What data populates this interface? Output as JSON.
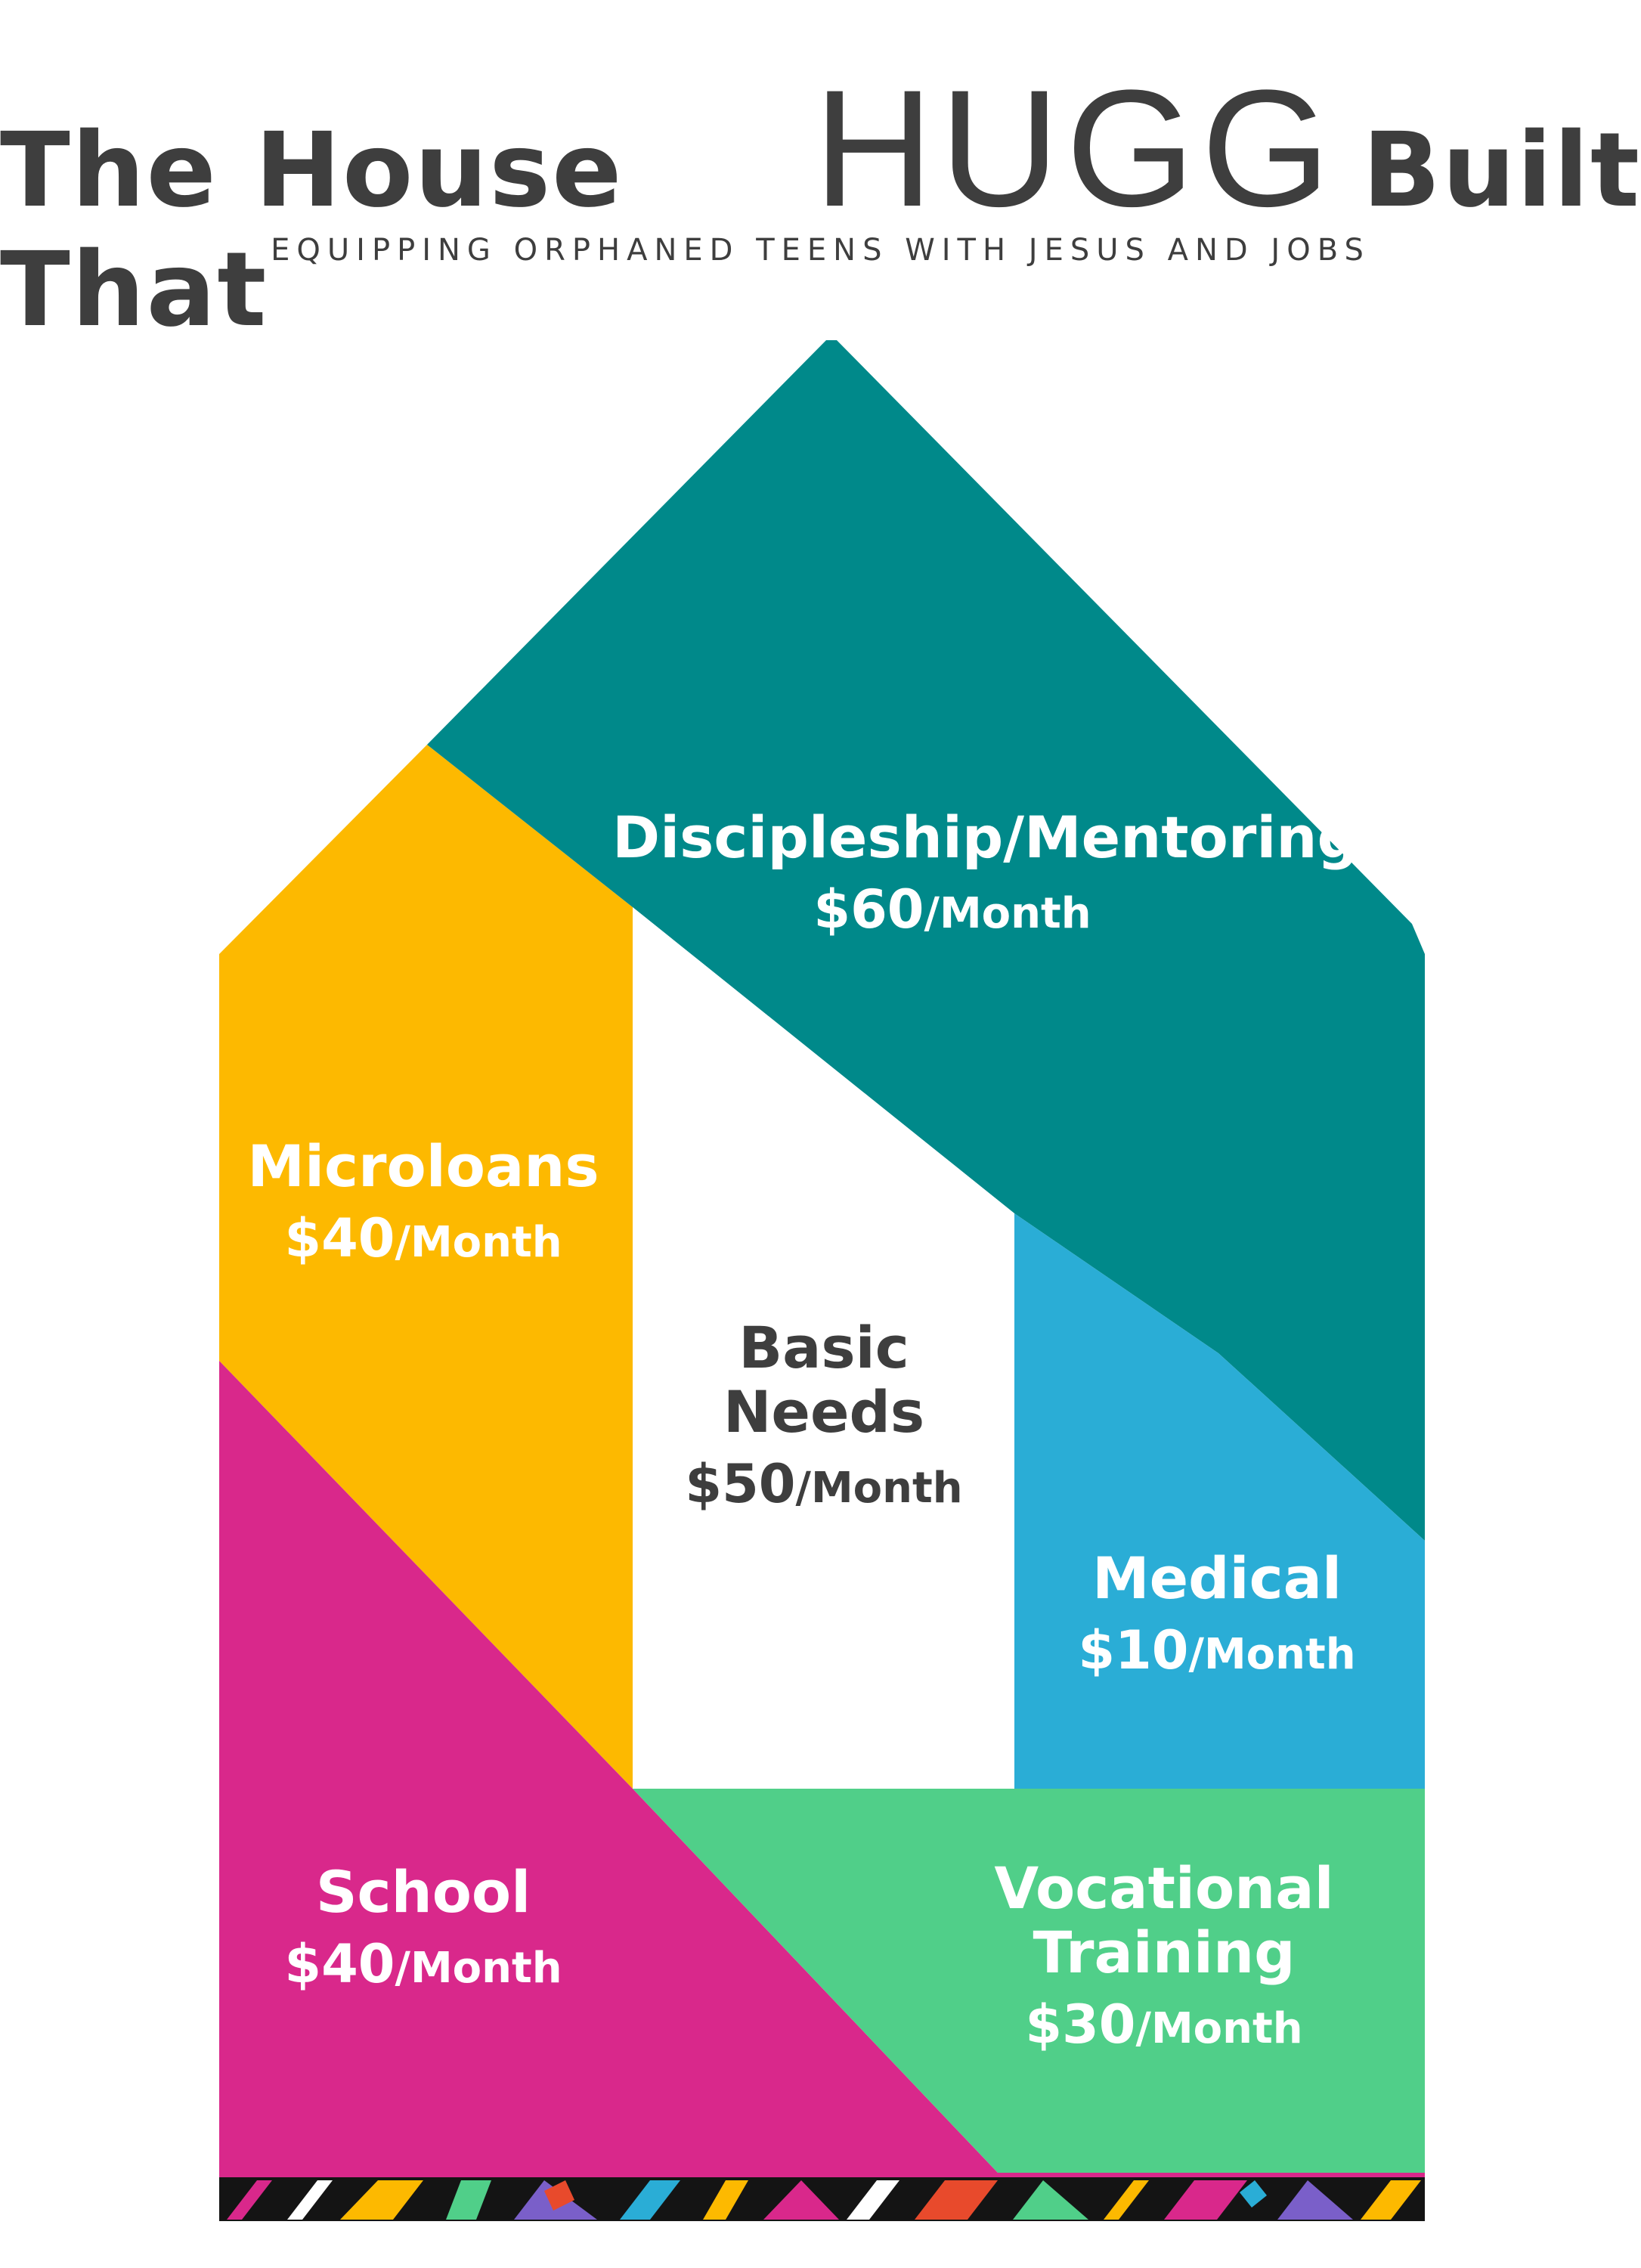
{
  "header": {
    "title_part1": "The House That",
    "title_big": "HUGG",
    "title_part2": "Built",
    "subtitle": "EQUIPPING ORPHANED TEENS WITH JESUS AND JOBS"
  },
  "colors": {
    "discipleship": "#00898a",
    "microloans": "#fdb900",
    "school": "#d9288b",
    "basic_needs": "#ffffff",
    "medical": "#2aadd6",
    "vocational": "#50cf89",
    "text_dark": "#3e3e3e"
  },
  "sections": {
    "discipleship": {
      "name": "Discipleship/Mentoring",
      "amount": "$60",
      "unit": "/Month"
    },
    "microloans": {
      "name": "Microloans",
      "amount": "$40",
      "unit": "/Month"
    },
    "basic_needs": {
      "name_line1": "Basic",
      "name_line2": "Needs",
      "amount": "$50",
      "unit": "/Month"
    },
    "medical": {
      "name": "Medical",
      "amount": "$10",
      "unit": "/Month"
    },
    "school": {
      "name": "School",
      "amount": "$40",
      "unit": "/Month"
    },
    "vocational": {
      "name_line1": "Vocational",
      "name_line2": "Training",
      "amount": "$30",
      "unit": "/Month"
    }
  }
}
